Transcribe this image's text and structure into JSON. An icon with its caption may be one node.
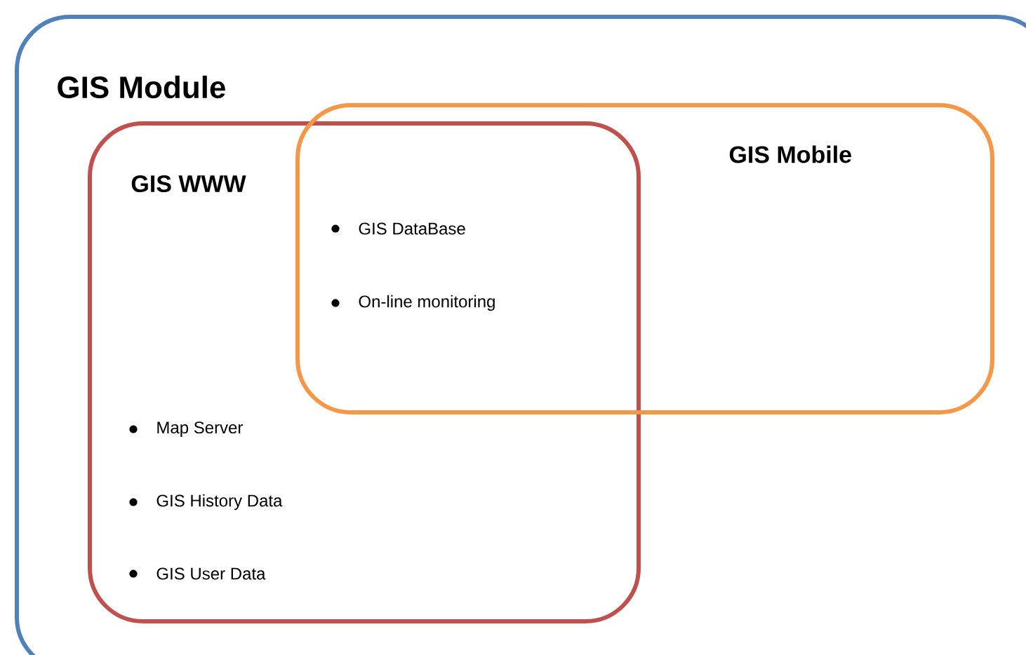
{
  "diagram": {
    "nodes": [
      {
        "text": [
          "GIS Module"
        ]
      },
      {
        "text": [
          "GIS WWW",
          "Map Server",
          "GIS History Data",
          "GIS User Data"
        ],
        "in": 0
      },
      {
        "text": [
          "GIS Mobile"
        ],
        "in": 0
      }
    ],
    "labels": [
      "GIS DataBase",
      "On-line monitoring"
    ]
  }
}
